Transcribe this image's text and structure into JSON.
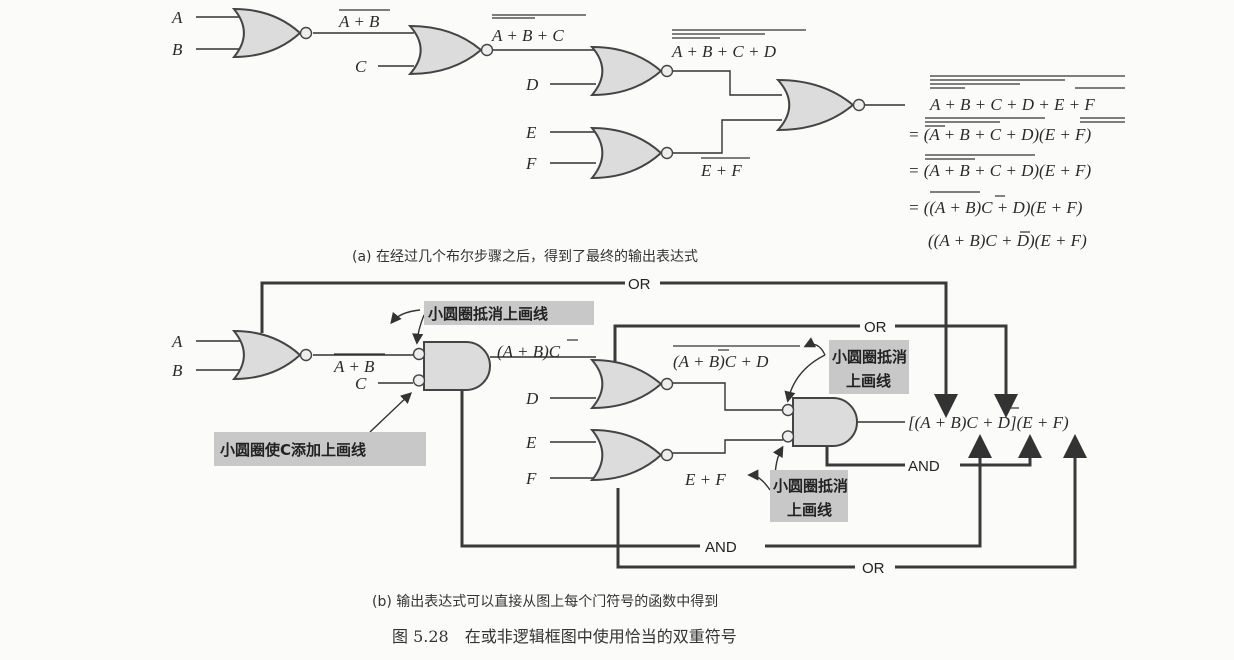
{
  "part_a": {
    "inputs": [
      "A",
      "B",
      "C",
      "D",
      "E",
      "F"
    ],
    "labels": {
      "ab": "A + B",
      "abc": "A + B + C",
      "abcd": "A + B + C + D",
      "ef": "E + F"
    },
    "expressions": [
      "A + B + C + D + E + F",
      "= (A + B + C + D)(E + F)",
      "= (A + B + C + D)(E + F)",
      "= ((A + B)C + D)(E + F)",
      "((A + B)C + D)(E + F)"
    ],
    "caption": "(a) 在经过几个布尔步骤之后，得到了最终的输出表达式"
  },
  "part_b": {
    "inputs": [
      "A",
      "B",
      "C",
      "D",
      "E",
      "F"
    ],
    "labels": {
      "ab": "A + B",
      "abc": "(A + B)C",
      "abcd": "(A + B)C + D",
      "ef": "E + F",
      "out": "[(A + B)C + D](E + F)"
    },
    "bus_labels": {
      "or_top": "OR",
      "or_mid": "OR",
      "and_mid": "AND",
      "and_bottom": "AND",
      "or_bottom": "OR"
    },
    "callouts": {
      "bubble_cancel_1": "小圆圈抵消上画线",
      "bubble_add_c": "小圆圈使C添加上画线",
      "bubble_cancel_2a": "小圆圈抵消",
      "bubble_cancel_2b": "上画线",
      "bubble_cancel_3a": "小圆圈抵消",
      "bubble_cancel_3b": "上画线"
    },
    "caption": "(b) 输出表达式可以直接从图上每个门符号的函数中得到"
  },
  "figure_caption": "图 5.28　在或非逻辑框图中使用恰当的双重符号"
}
